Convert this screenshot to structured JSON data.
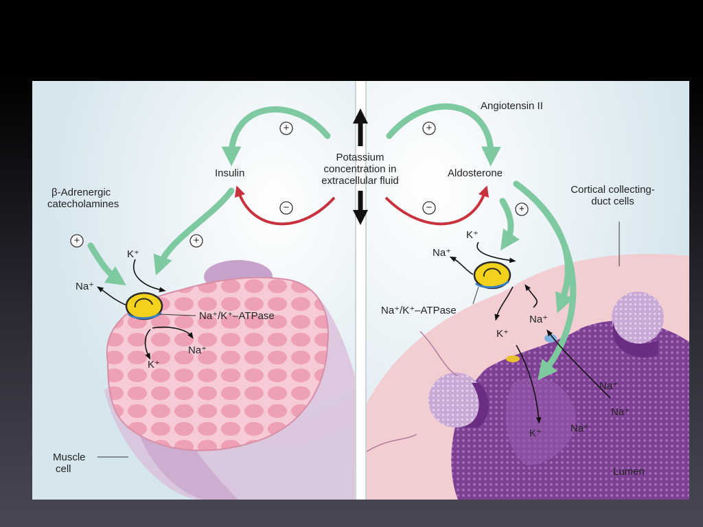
{
  "labels": {
    "potassium": [
      "Potassium",
      "concentration in",
      "extracellular fluid"
    ],
    "insulin": "Insulin",
    "aldosterone": "Aldosterone",
    "angiotensin": "Angiotensin II",
    "beta_adrenergic": [
      "β-Adrenergic",
      "catecholamines"
    ],
    "cortical": [
      "Cortical collecting-",
      "duct cells"
    ],
    "muscle": [
      "Muscle",
      "cell"
    ],
    "lumen": "Lumen",
    "atpase_left": "Na⁺/K⁺–ATPase",
    "atpase_right": "Na⁺/K⁺–ATPase",
    "k_ion": "K⁺",
    "na_ion": "Na⁺",
    "plus": "+",
    "minus": "−"
  },
  "colors": {
    "green_arrow": "#7fc9a0",
    "red_arrow": "#c8323c",
    "panel_bg": "#dde9ef",
    "muscle_pink": "#f2b9c9",
    "duct_purple": "#8a4b9c",
    "pump_yellow": "#f2d21c"
  }
}
